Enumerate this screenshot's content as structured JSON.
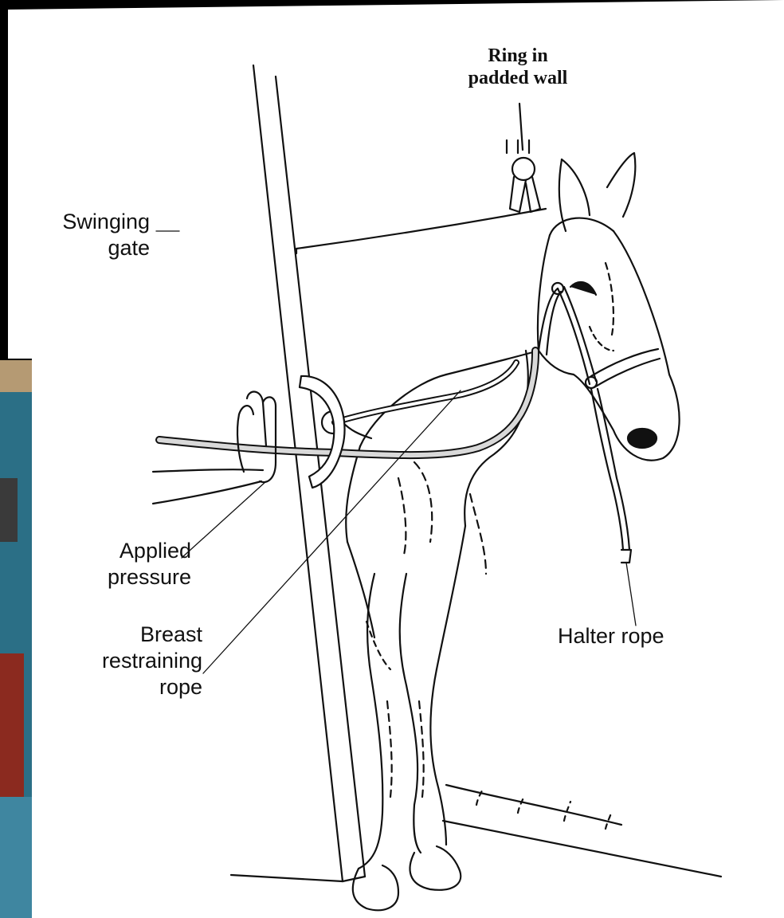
{
  "labels": {
    "ring": [
      "Ring in",
      "padded wall"
    ],
    "swinging_gate": [
      "Swinging",
      "gate"
    ],
    "applied_pressure": [
      "Applied",
      "pressure"
    ],
    "breast_rope": [
      "Breast",
      "restraining",
      "rope"
    ],
    "halter_rope": "Halter rope"
  },
  "colors": {
    "paper": "#ffffff",
    "ink": "#111111",
    "photo_bg": "#2b6f86",
    "photo_tan": "#b59a73",
    "photo_red": "#8b2a1f",
    "rope_fill": "#d9d9d9"
  }
}
